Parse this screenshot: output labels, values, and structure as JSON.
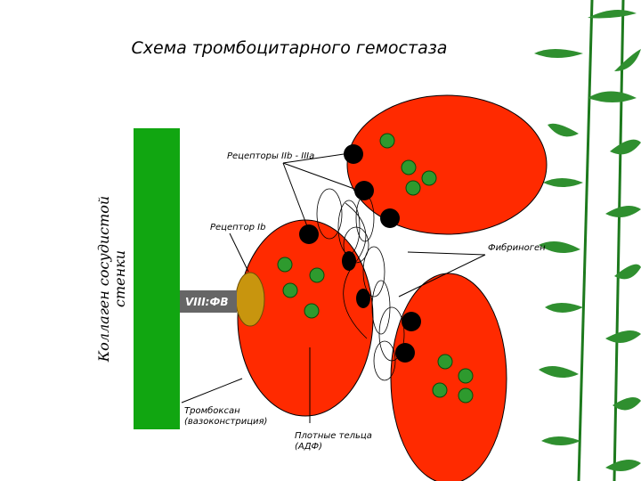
{
  "title": "Схема тромбоцитарного гемостаза",
  "side_label": {
    "line1": "Коллаген сосудистой",
    "line2": "стенки"
  },
  "labels": {
    "receptors_iib_iiia": "Рецепторы IIb - IIIa",
    "receptor_ib": "Рецептор Ib",
    "fibrinogen": "Фибриноген",
    "viii_vwf": "VIII:ФВ",
    "thromboxane_line1": "Тромбоксан",
    "thromboxane_line2": "(вазоконстриция)",
    "dense_bodies_line1": "Плотные тельца",
    "dense_bodies_line2": "(АДФ)"
  },
  "colors": {
    "collagen_bar": "#11a611",
    "platelet": "#ff2a00",
    "granule": "#2e9a2e",
    "receptor": "#000000",
    "vwf_oval": "#c8950e",
    "vwf_box": "#666666",
    "bamboo": "#2f8f2f"
  },
  "decoration": "bamboo-leaves-right-edge"
}
